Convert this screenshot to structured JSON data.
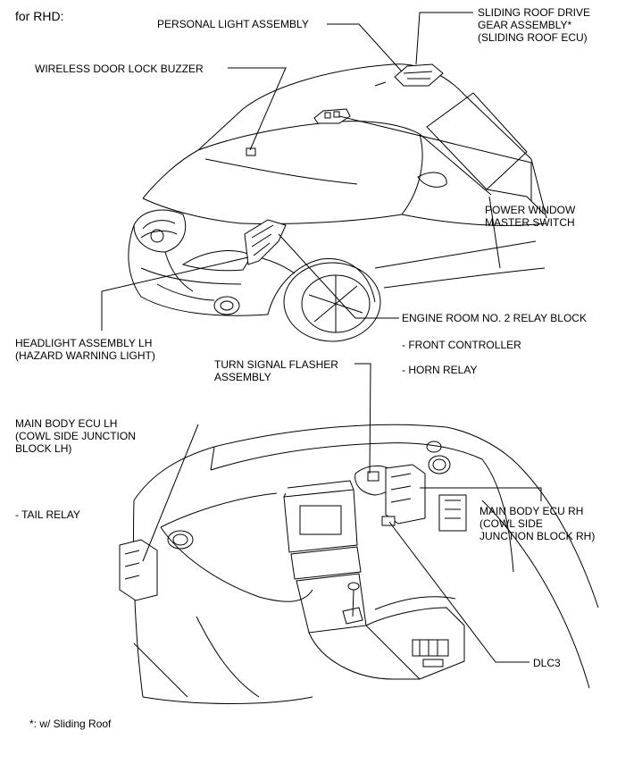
{
  "header": {
    "variant": "for RHD:"
  },
  "labels": {
    "personal_light": "PERSONAL LIGHT ASSEMBLY",
    "sliding_roof": "SLIDING ROOF DRIVE\nGEAR ASSEMBLY*\n(SLIDING ROOF ECU)",
    "wireless_buzzer": "WIRELESS DOOR LOCK BUZZER",
    "power_window": "POWER WINDOW\nMASTER SWITCH",
    "engine_relay_block": "ENGINE ROOM NO. 2 RELAY BLOCK",
    "front_controller": "- FRONT CONTROLLER",
    "horn_relay": "- HORN RELAY",
    "headlight": "HEADLIGHT ASSEMBLY LH\n(HAZARD WARNING LIGHT)",
    "turn_flasher": "TURN SIGNAL FLASHER\nASSEMBLY",
    "main_ecu_lh": "MAIN BODY ECU LH\n(COWL SIDE JUNCTION\nBLOCK LH)",
    "tail_relay": "- TAIL RELAY",
    "main_ecu_rh": "MAIN BODY ECU RH\n(COWL SIDE\nJUNCTION BLOCK RH)",
    "dlc3": "DLC3"
  },
  "footnote": "*: w/ Sliding Roof"
}
